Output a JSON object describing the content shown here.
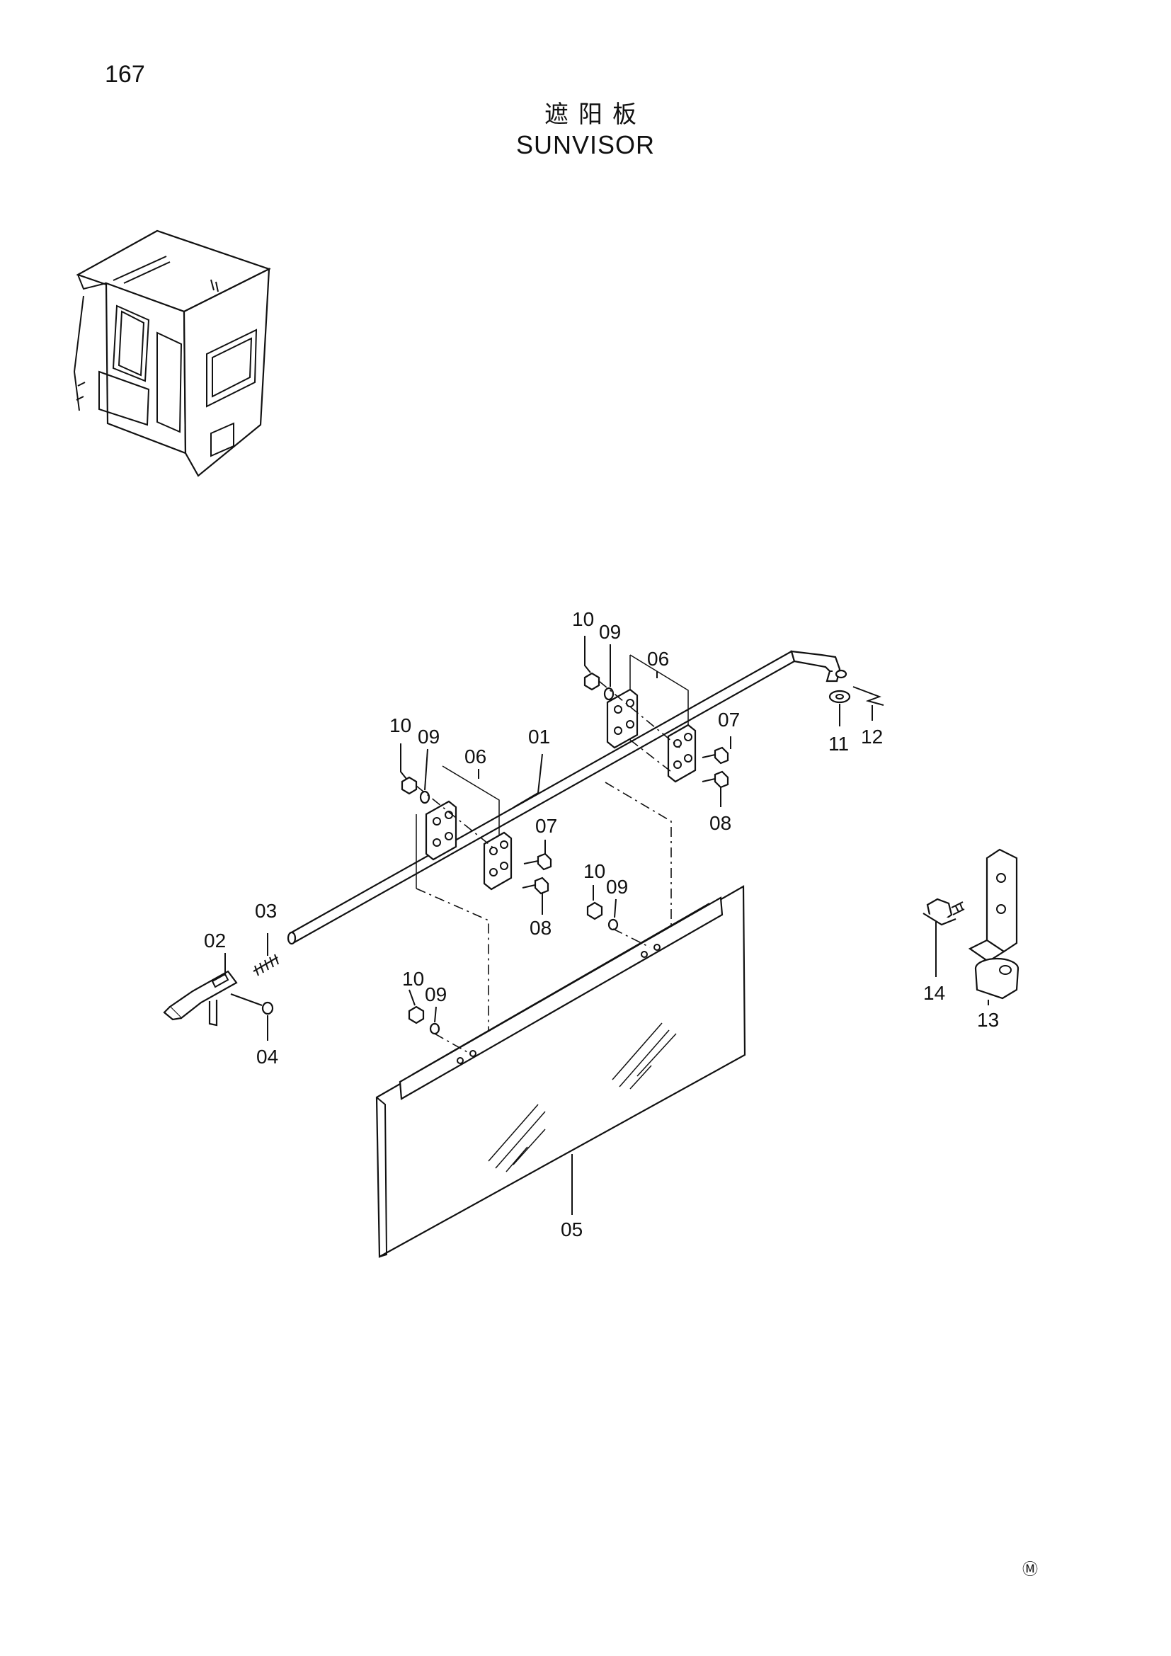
{
  "page_number": "167",
  "title_cn": "遮阳板",
  "title_en": "SUNVISOR",
  "callouts": [
    {
      "id": "c10a",
      "text": "10"
    },
    {
      "id": "c09a",
      "text": "09"
    },
    {
      "id": "c06a",
      "text": "06"
    },
    {
      "id": "c07a",
      "text": "07"
    },
    {
      "id": "c08a",
      "text": "08"
    },
    {
      "id": "c11",
      "text": "11"
    },
    {
      "id": "c12",
      "text": "12"
    },
    {
      "id": "c10b",
      "text": "10"
    },
    {
      "id": "c09b",
      "text": "09"
    },
    {
      "id": "c06b",
      "text": "06"
    },
    {
      "id": "c01",
      "text": "01"
    },
    {
      "id": "c07b",
      "text": "07"
    },
    {
      "id": "c08b",
      "text": "08"
    },
    {
      "id": "c10c",
      "text": "10"
    },
    {
      "id": "c09c",
      "text": "09"
    },
    {
      "id": "c03",
      "text": "03"
    },
    {
      "id": "c02",
      "text": "02"
    },
    {
      "id": "c04",
      "text": "04"
    },
    {
      "id": "c10d",
      "text": "10"
    },
    {
      "id": "c09d",
      "text": "09"
    },
    {
      "id": "c05",
      "text": "05"
    },
    {
      "id": "c14",
      "text": "14"
    },
    {
      "id": "c13",
      "text": "13"
    }
  ],
  "corner_mark": "Ⓜ"
}
